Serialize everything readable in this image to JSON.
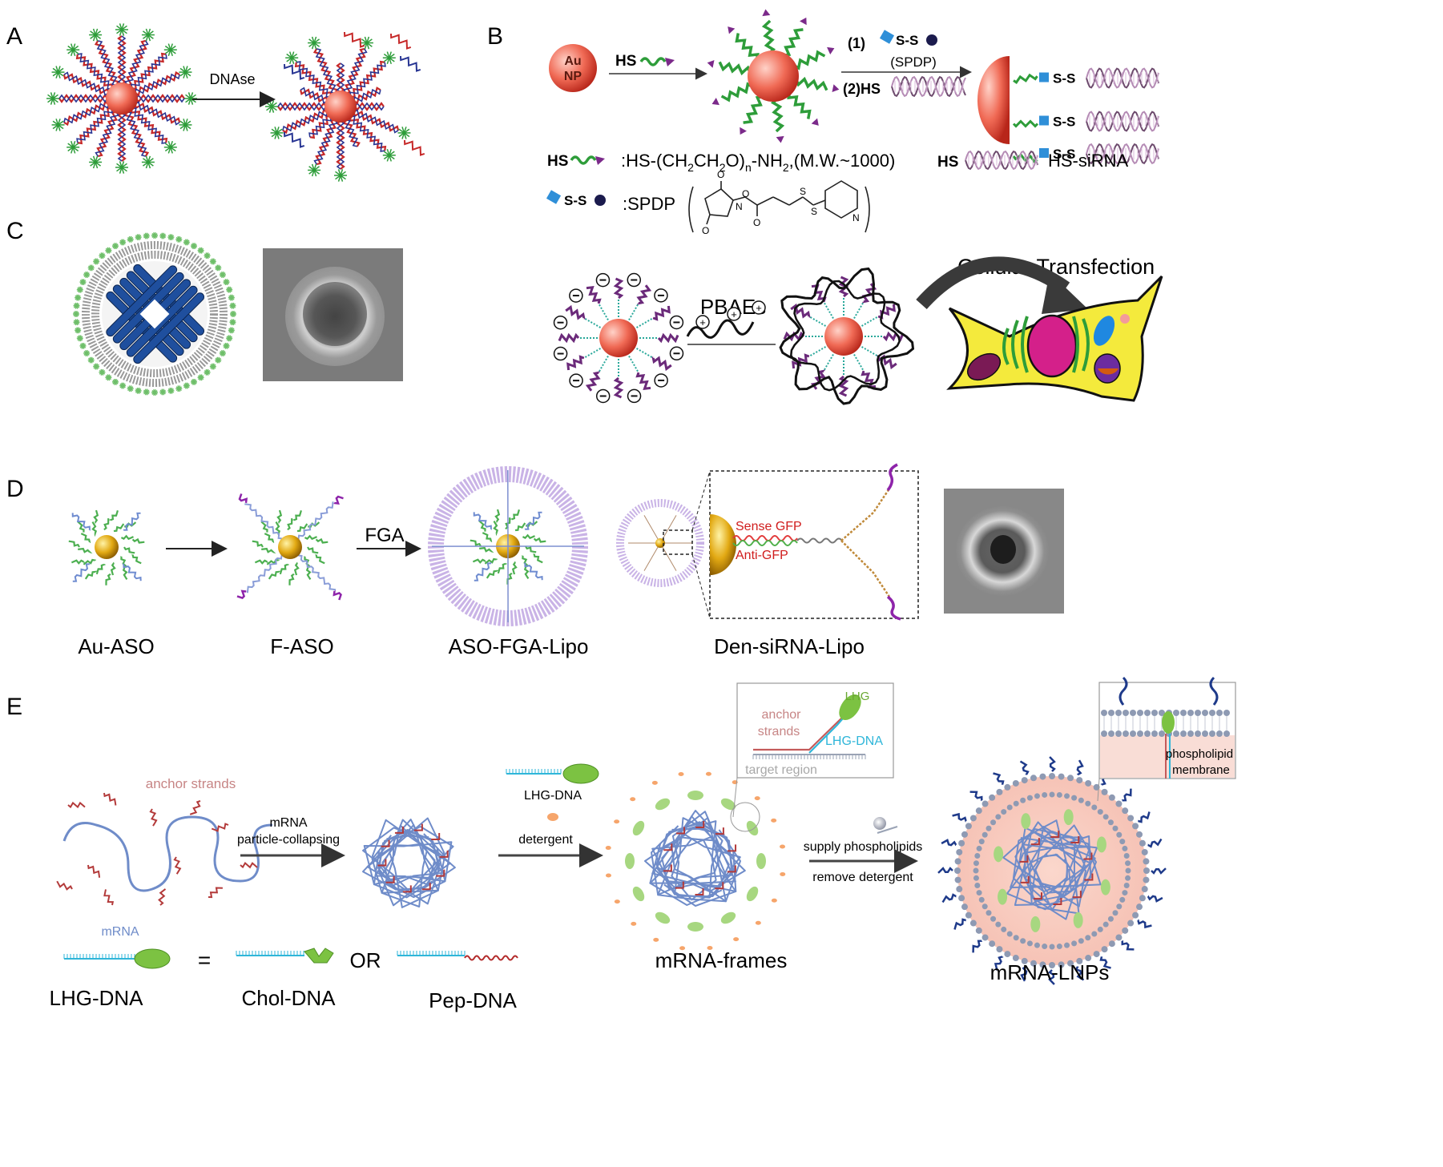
{
  "panels": {
    "A": {
      "letter": "A",
      "arrow_label": "DNAse"
    },
    "B": {
      "letter": "B",
      "np_label_1": "Au",
      "np_label_2": "NP",
      "hs_label": "HS",
      "step1": "(1)",
      "spdp_paren": "(SPDP)",
      "step2": "(2)HS",
      "ss": "S-S",
      "legend_hs": "HS",
      "legend_peg_a": ":HS-(CH",
      "legend_peg_sub2a": "2",
      "legend_peg_b": "CH",
      "legend_peg_sub2b": "2",
      "legend_peg_c": "O)",
      "legend_peg_subn": "n",
      "legend_peg_d": "-NH",
      "legend_peg_sub2c": "2",
      "legend_peg_e": ",(M.W.~1000)",
      "legend_sirna_hs": "HS",
      "legend_sirna": "HS-siRNA",
      "legend_spdp_ss": "S-S",
      "legend_spdp": ":SPDP",
      "pbaes": "PBAEs",
      "cellular_transfection": "Cellular Transfection"
    },
    "C": {
      "letter": "C"
    },
    "D": {
      "letter": "D",
      "fga": "FGA",
      "sense_gfp": "Sense GFP",
      "anti_gfp": "Anti-GFP",
      "labels": [
        "Au-ASO",
        "F-ASO",
        "ASO-FGA-Lipo",
        "Den-siRNA-Lipo"
      ]
    },
    "E": {
      "letter": "E",
      "anchor_strands": "anchor strands",
      "collapse_1": "mRNA",
      "collapse_2": "particle-collapsing",
      "lhg_dna_top": "LHG-DNA",
      "detergent": "detergent",
      "inset_lhg": "LHG",
      "inset_anchor_1": "anchor",
      "inset_anchor_2": "strands",
      "inset_lhg_dna": "LHG-DNA",
      "inset_target": "target region",
      "supply": "supply phospholipids",
      "remove": "remove detergent",
      "membrane_1": "phospholipid",
      "membrane_2": "membrane",
      "mrna": "mRNA",
      "equals": "=",
      "or": "OR",
      "lhg_dna": "LHG-DNA",
      "chol_dna": "Chol-DNA",
      "pep_dna": "Pep-DNA",
      "mrna_frames": "mRNA-frames",
      "mrna_lnps": "mRNA-LNPs"
    }
  },
  "colors": {
    "gold_np": "#e8463a",
    "gold_core": "#d4a017",
    "dna_red": "#c62828",
    "dna_blue": "#283593",
    "green": "#2e9d3a",
    "purple": "#8e24aa",
    "mrna_blue": "#3f5fa8",
    "anchor_red": "#b33a3a",
    "lipid_purple": "#b79ad9",
    "cell_yellow": "#f4ea3c"
  }
}
